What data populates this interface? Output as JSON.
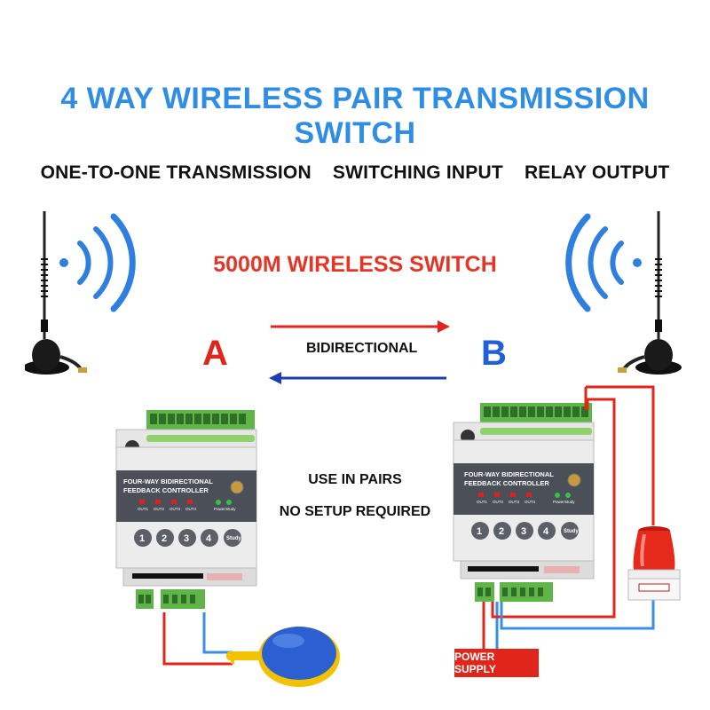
{
  "title": "4 WAY WIRELESS PAIR TRANSMISSION SWITCH",
  "subtitle": {
    "feature1": "ONE-TO-ONE TRANSMISSION",
    "feature2": "SWITCHING INPUT",
    "feature3": "RELAY OUTPUT"
  },
  "range_label": "5000M WIRELESS SWITCH",
  "unit_a": "A",
  "unit_b": "B",
  "direction_label": "BIDIRECTIONAL",
  "notes": {
    "line1": "USE IN PAIRS",
    "line2": "NO SETUP REQUIRED"
  },
  "device": {
    "panel_line1": "FOUR-WAY BIDIRECTIONAL",
    "panel_line2": "FEEDBACK CONTROLLER",
    "outputs": [
      "OUT1",
      "OUT2",
      "OUT3",
      "OUT4"
    ],
    "buttons": [
      "1",
      "2",
      "3",
      "4"
    ],
    "study_label": "Study",
    "power_label": "Power",
    "study_led_label": "Study"
  },
  "power_supply_label": "POWER SUPPLY",
  "colors": {
    "title": "#2f8de4",
    "range": "#e53527",
    "letter_a": "#e0251b",
    "letter_b": "#1f5fd8",
    "arrow_right": "#e0251b",
    "arrow_left": "#1e3cb0",
    "wire_red": "#e0251b",
    "wire_blue": "#3a8fe0",
    "terminal_green": "#5fb548",
    "panel_dark": "#4a4f58"
  },
  "icons": [
    "antenna-icon",
    "signal-waves-icon",
    "float-switch-icon",
    "warning-beacon-icon"
  ]
}
